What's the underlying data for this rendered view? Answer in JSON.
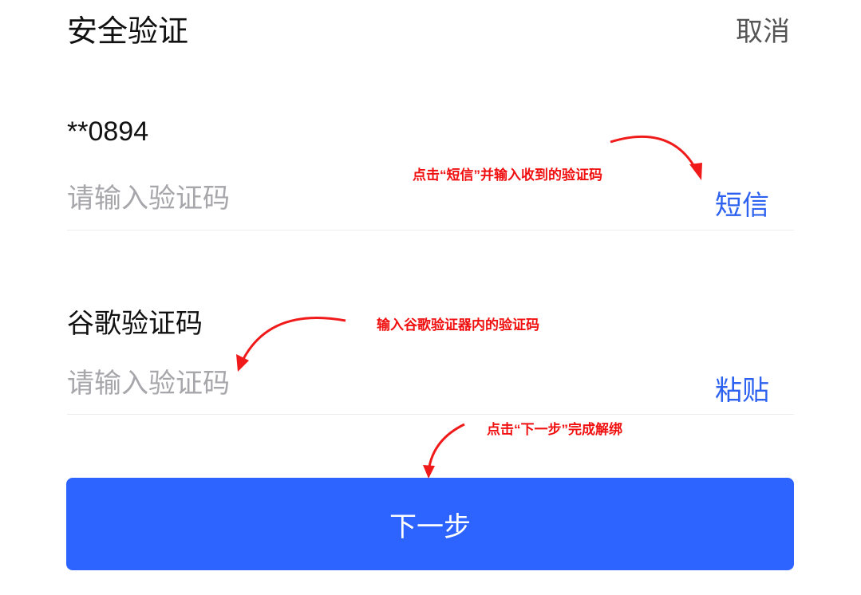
{
  "header": {
    "title": "安全验证",
    "cancel_label": "取消"
  },
  "sms": {
    "phone_masked": "**0894",
    "placeholder": "请输入验证码",
    "value": "",
    "send_label": "短信"
  },
  "google": {
    "label": "谷歌验证码",
    "placeholder": "请输入验证码",
    "value": "",
    "paste_label": "粘贴"
  },
  "next_label": "下一步",
  "annotations": {
    "sms_hint": "点击“短信”并输入收到的验证码",
    "google_hint": "输入谷歌验证器内的验证码",
    "next_hint": "点击“下一步”完成解绑"
  },
  "colors": {
    "accent": "#2d64ff",
    "link": "#2d62f0",
    "annotation": "#f01010"
  }
}
